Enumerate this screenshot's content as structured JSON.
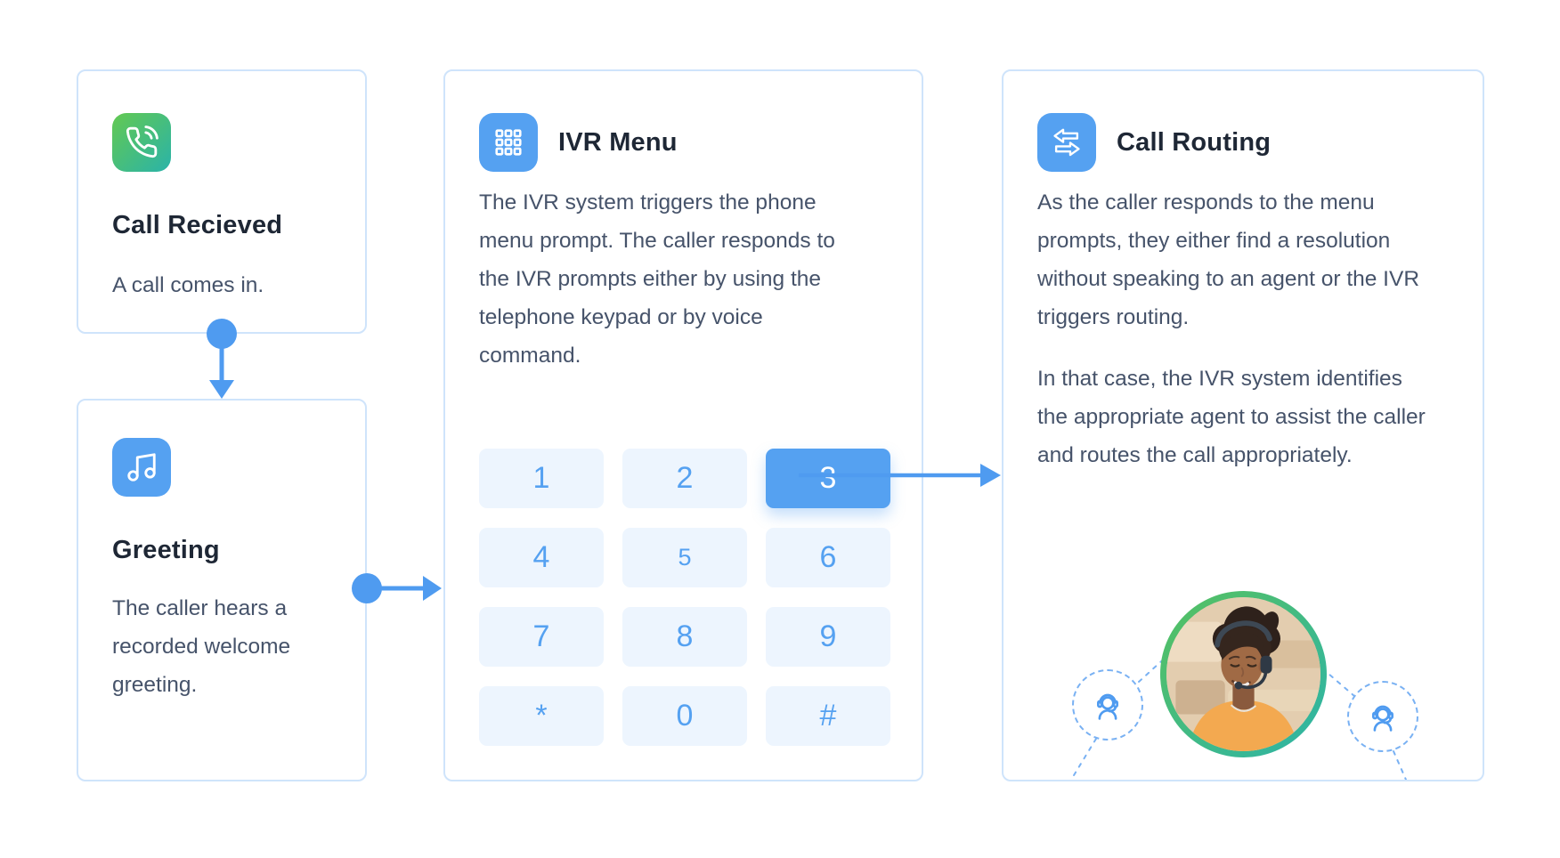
{
  "cards": {
    "call_received": {
      "icon": "phone-icon",
      "title": "Call Recieved",
      "description": "A call comes in."
    },
    "greeting": {
      "icon": "music-note-icon",
      "title": "Greeting",
      "description": "The caller hears a recorded welcome greeting."
    },
    "ivr_menu": {
      "icon": "dialpad-icon",
      "title": "IVR Menu",
      "description": "The IVR system triggers the phone menu prompt. The caller responds to the IVR prompts either by using the telephone keypad or by voice command."
    },
    "call_routing": {
      "icon": "transfer-arrows-icon",
      "title": "Call Routing",
      "paragraph_1": "As the caller responds to the menu prompts, they either find a resolution without speaking to an agent or the IVR triggers routing.",
      "paragraph_2": "In that case, the IVR system identifies the appropriate agent to assist the caller and routes the call appropriately.",
      "photo_description": "Smiling call center agent wearing a headset",
      "decor_icon": "agent-headset-icon"
    }
  },
  "keypad": {
    "keys": [
      "1",
      "2",
      "3",
      "4",
      "5",
      "6",
      "7",
      "8",
      "9",
      "*",
      "0",
      "#"
    ],
    "active_key": "3",
    "small_key": "5"
  },
  "colors": {
    "accent_blue": "#55a1f1",
    "card_border": "#cfe4fb",
    "key_background": "#edf5fe",
    "active_key_background": "#55a1f1",
    "active_key_text": "#ffffff",
    "title_text": "#1e2735",
    "body_text": "#46536a",
    "green_tile_start": "#63c951",
    "green_tile_end": "#2ab3a9",
    "photo_ring_start": "#57c15f",
    "photo_ring_end": "#2db4a8",
    "dashed_decor": "#79b1f3"
  }
}
